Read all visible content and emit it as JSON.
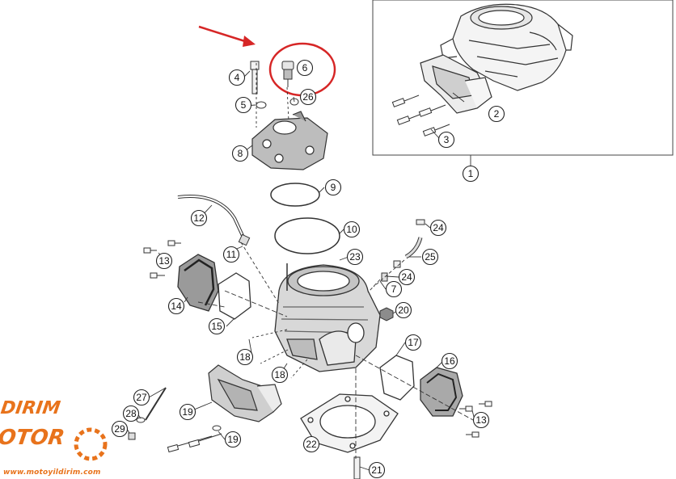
{
  "callouts": [
    {
      "id": "c1",
      "label": "1"
    },
    {
      "id": "c2",
      "label": "2"
    },
    {
      "id": "c3",
      "label": "3"
    },
    {
      "id": "c4",
      "label": "4"
    },
    {
      "id": "c5",
      "label": "5"
    },
    {
      "id": "c6",
      "label": "6"
    },
    {
      "id": "c7",
      "label": "7"
    },
    {
      "id": "c8",
      "label": "8"
    },
    {
      "id": "c9",
      "label": "9"
    },
    {
      "id": "c10",
      "label": "10"
    },
    {
      "id": "c11",
      "label": "11"
    },
    {
      "id": "c12",
      "label": "12"
    },
    {
      "id": "c13a",
      "label": "13"
    },
    {
      "id": "c13b",
      "label": "13"
    },
    {
      "id": "c14",
      "label": "14"
    },
    {
      "id": "c15",
      "label": "15"
    },
    {
      "id": "c16",
      "label": "16"
    },
    {
      "id": "c17",
      "label": "17"
    },
    {
      "id": "c18a",
      "label": "18"
    },
    {
      "id": "c18b",
      "label": "18"
    },
    {
      "id": "c19a",
      "label": "19"
    },
    {
      "id": "c19b",
      "label": "19"
    },
    {
      "id": "c20",
      "label": "20"
    },
    {
      "id": "c21",
      "label": "21"
    },
    {
      "id": "c22",
      "label": "22"
    },
    {
      "id": "c23",
      "label": "23"
    },
    {
      "id": "c24a",
      "label": "24"
    },
    {
      "id": "c24b",
      "label": "24"
    },
    {
      "id": "c25",
      "label": "25"
    },
    {
      "id": "c26",
      "label": "26"
    },
    {
      "id": "c27",
      "label": "27"
    },
    {
      "id": "c28",
      "label": "28"
    },
    {
      "id": "c29",
      "label": "29"
    }
  ],
  "watermark": {
    "line1": "YILDIRIM",
    "line2": "MOTOR",
    "url": "www.motoyildirim.com",
    "color": "#e8731c"
  },
  "highlight": {
    "color": "#d62626"
  }
}
